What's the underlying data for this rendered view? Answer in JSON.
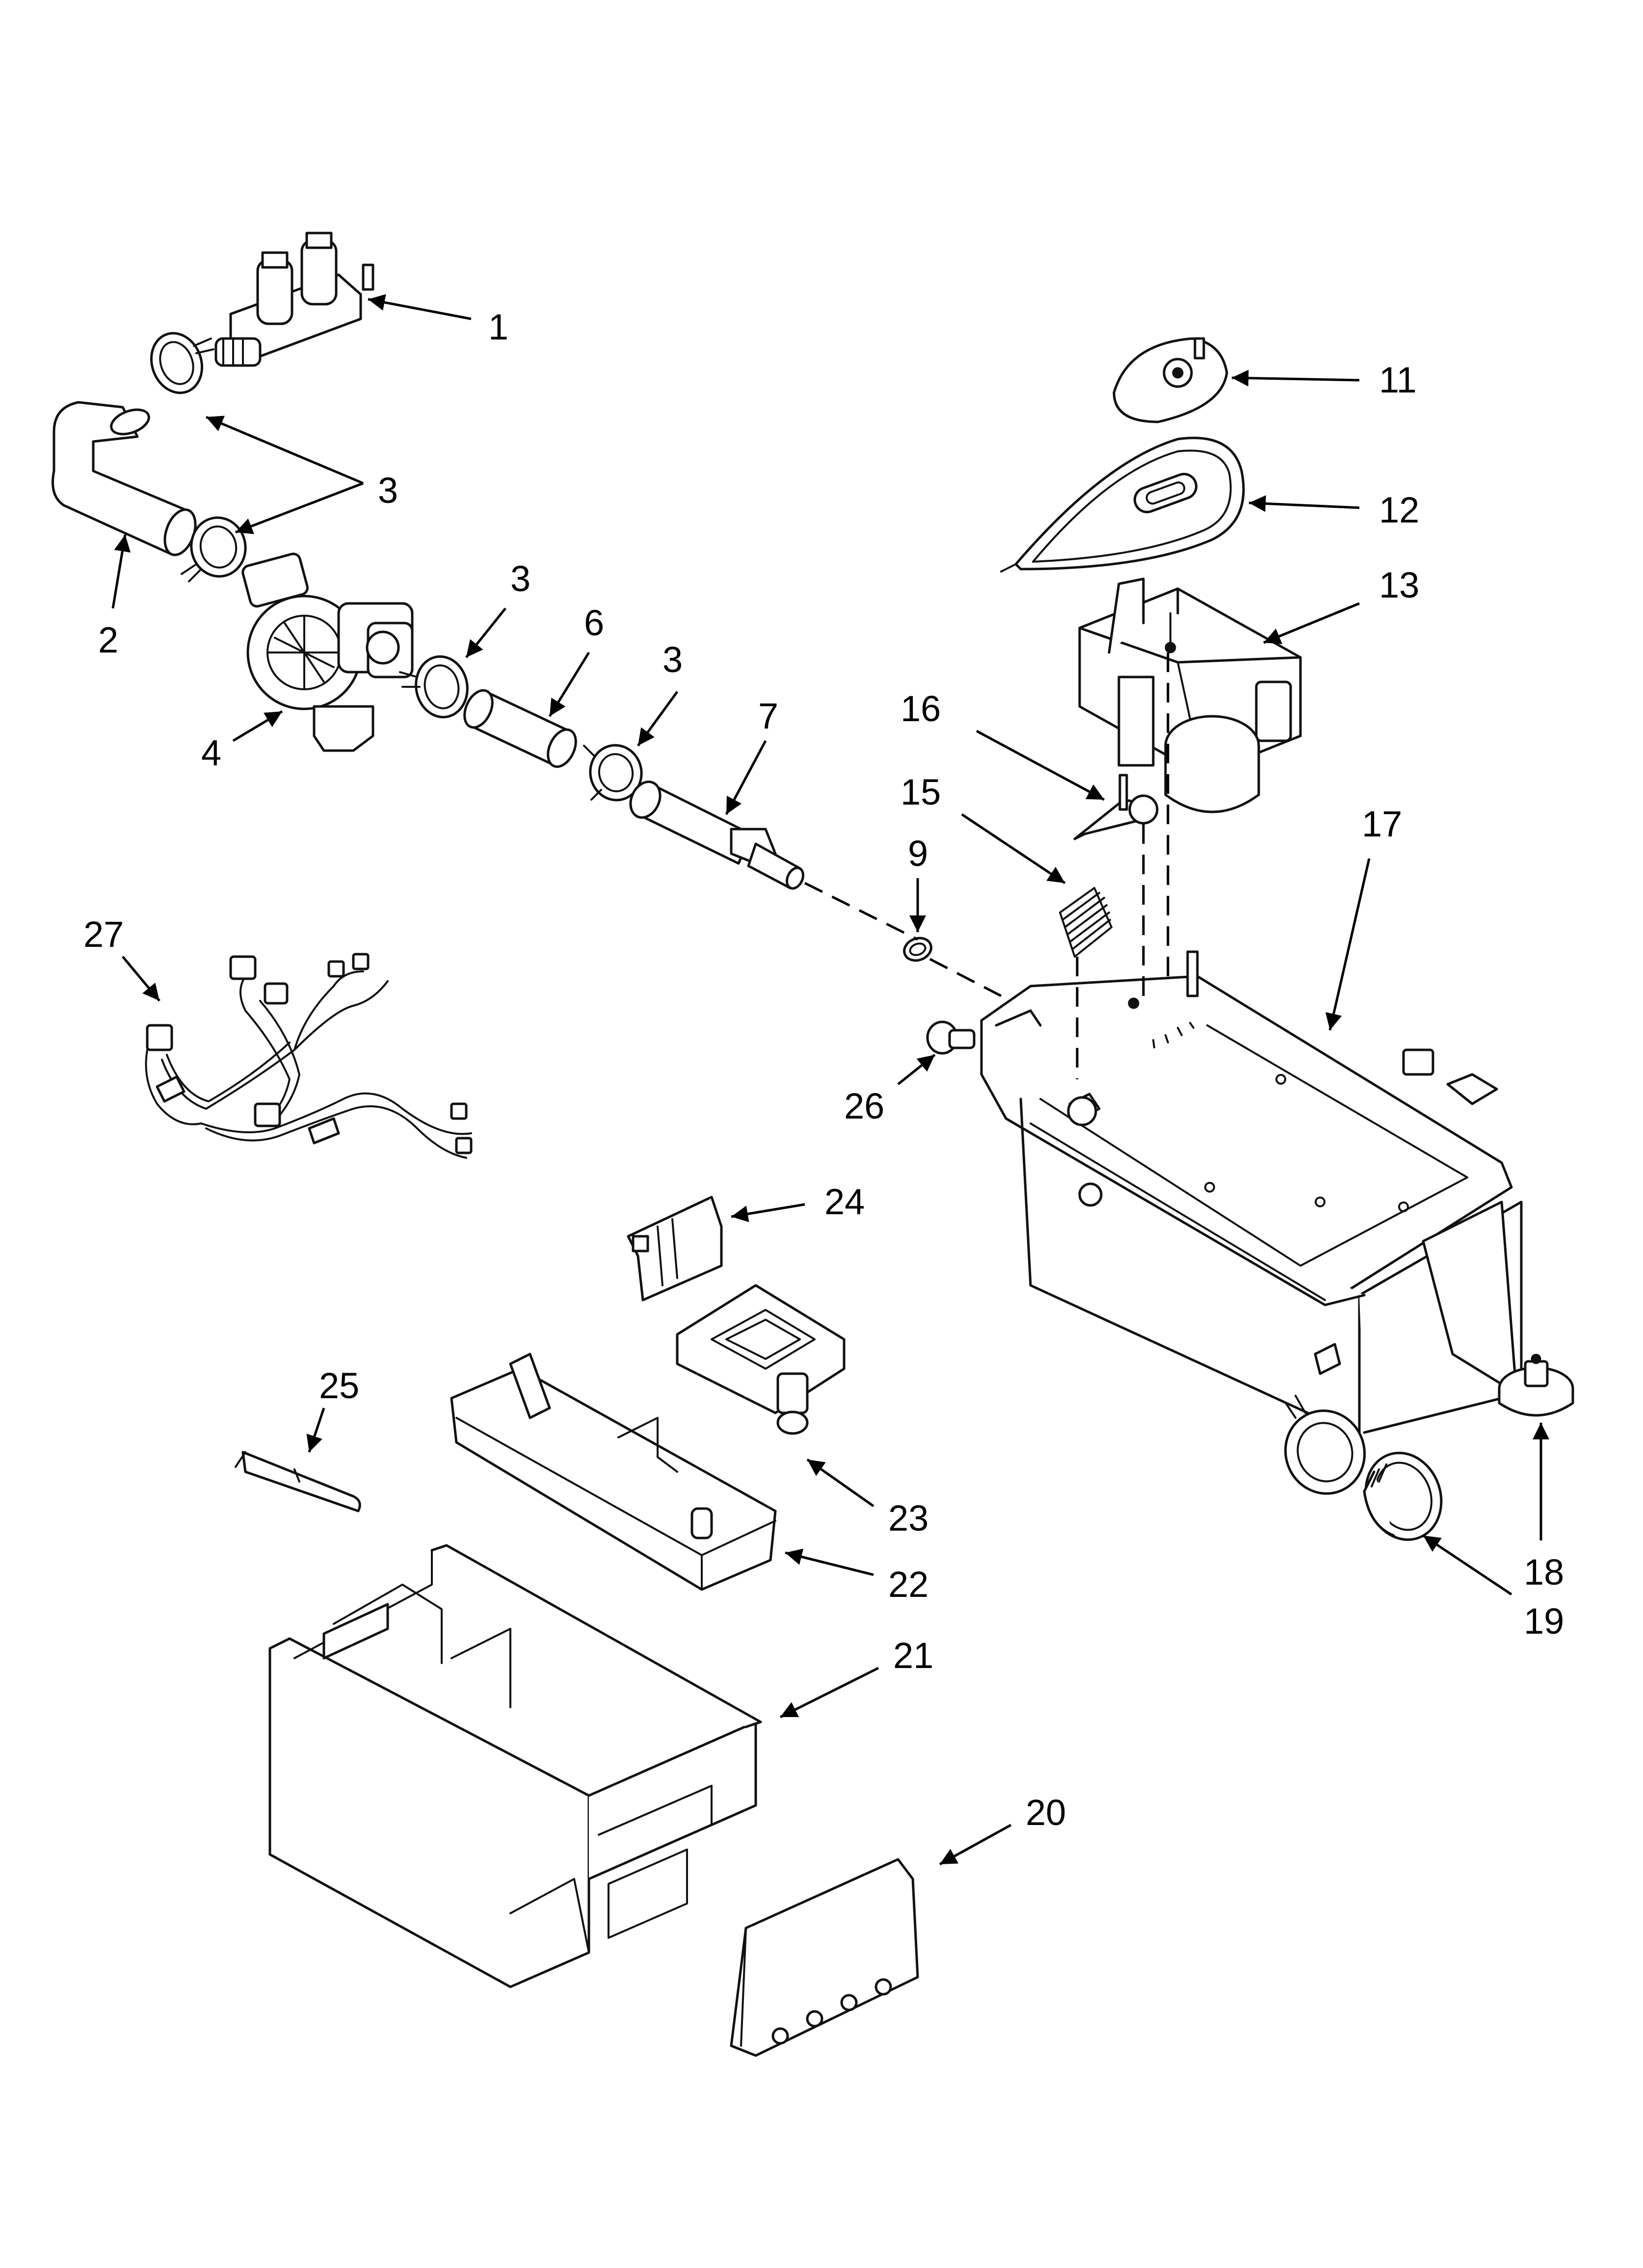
{
  "diagram": {
    "callouts": [
      {
        "id": "c1",
        "label": "1"
      },
      {
        "id": "c2",
        "label": "2"
      },
      {
        "id": "c3a",
        "label": "3"
      },
      {
        "id": "c3b",
        "label": "3"
      },
      {
        "id": "c3c",
        "label": "3"
      },
      {
        "id": "c4",
        "label": "4"
      },
      {
        "id": "c6",
        "label": "6"
      },
      {
        "id": "c7",
        "label": "7"
      },
      {
        "id": "c9",
        "label": "9"
      },
      {
        "id": "c11",
        "label": "11"
      },
      {
        "id": "c12",
        "label": "12"
      },
      {
        "id": "c13",
        "label": "13"
      },
      {
        "id": "c15",
        "label": "15"
      },
      {
        "id": "c16",
        "label": "16"
      },
      {
        "id": "c17",
        "label": "17"
      },
      {
        "id": "c18",
        "label": "18"
      },
      {
        "id": "c19",
        "label": "19"
      },
      {
        "id": "c20",
        "label": "20"
      },
      {
        "id": "c21",
        "label": "21"
      },
      {
        "id": "c22",
        "label": "22"
      },
      {
        "id": "c23",
        "label": "23"
      },
      {
        "id": "c24",
        "label": "24"
      },
      {
        "id": "c25",
        "label": "25"
      },
      {
        "id": "c26",
        "label": "26"
      },
      {
        "id": "c27",
        "label": "27"
      }
    ]
  }
}
